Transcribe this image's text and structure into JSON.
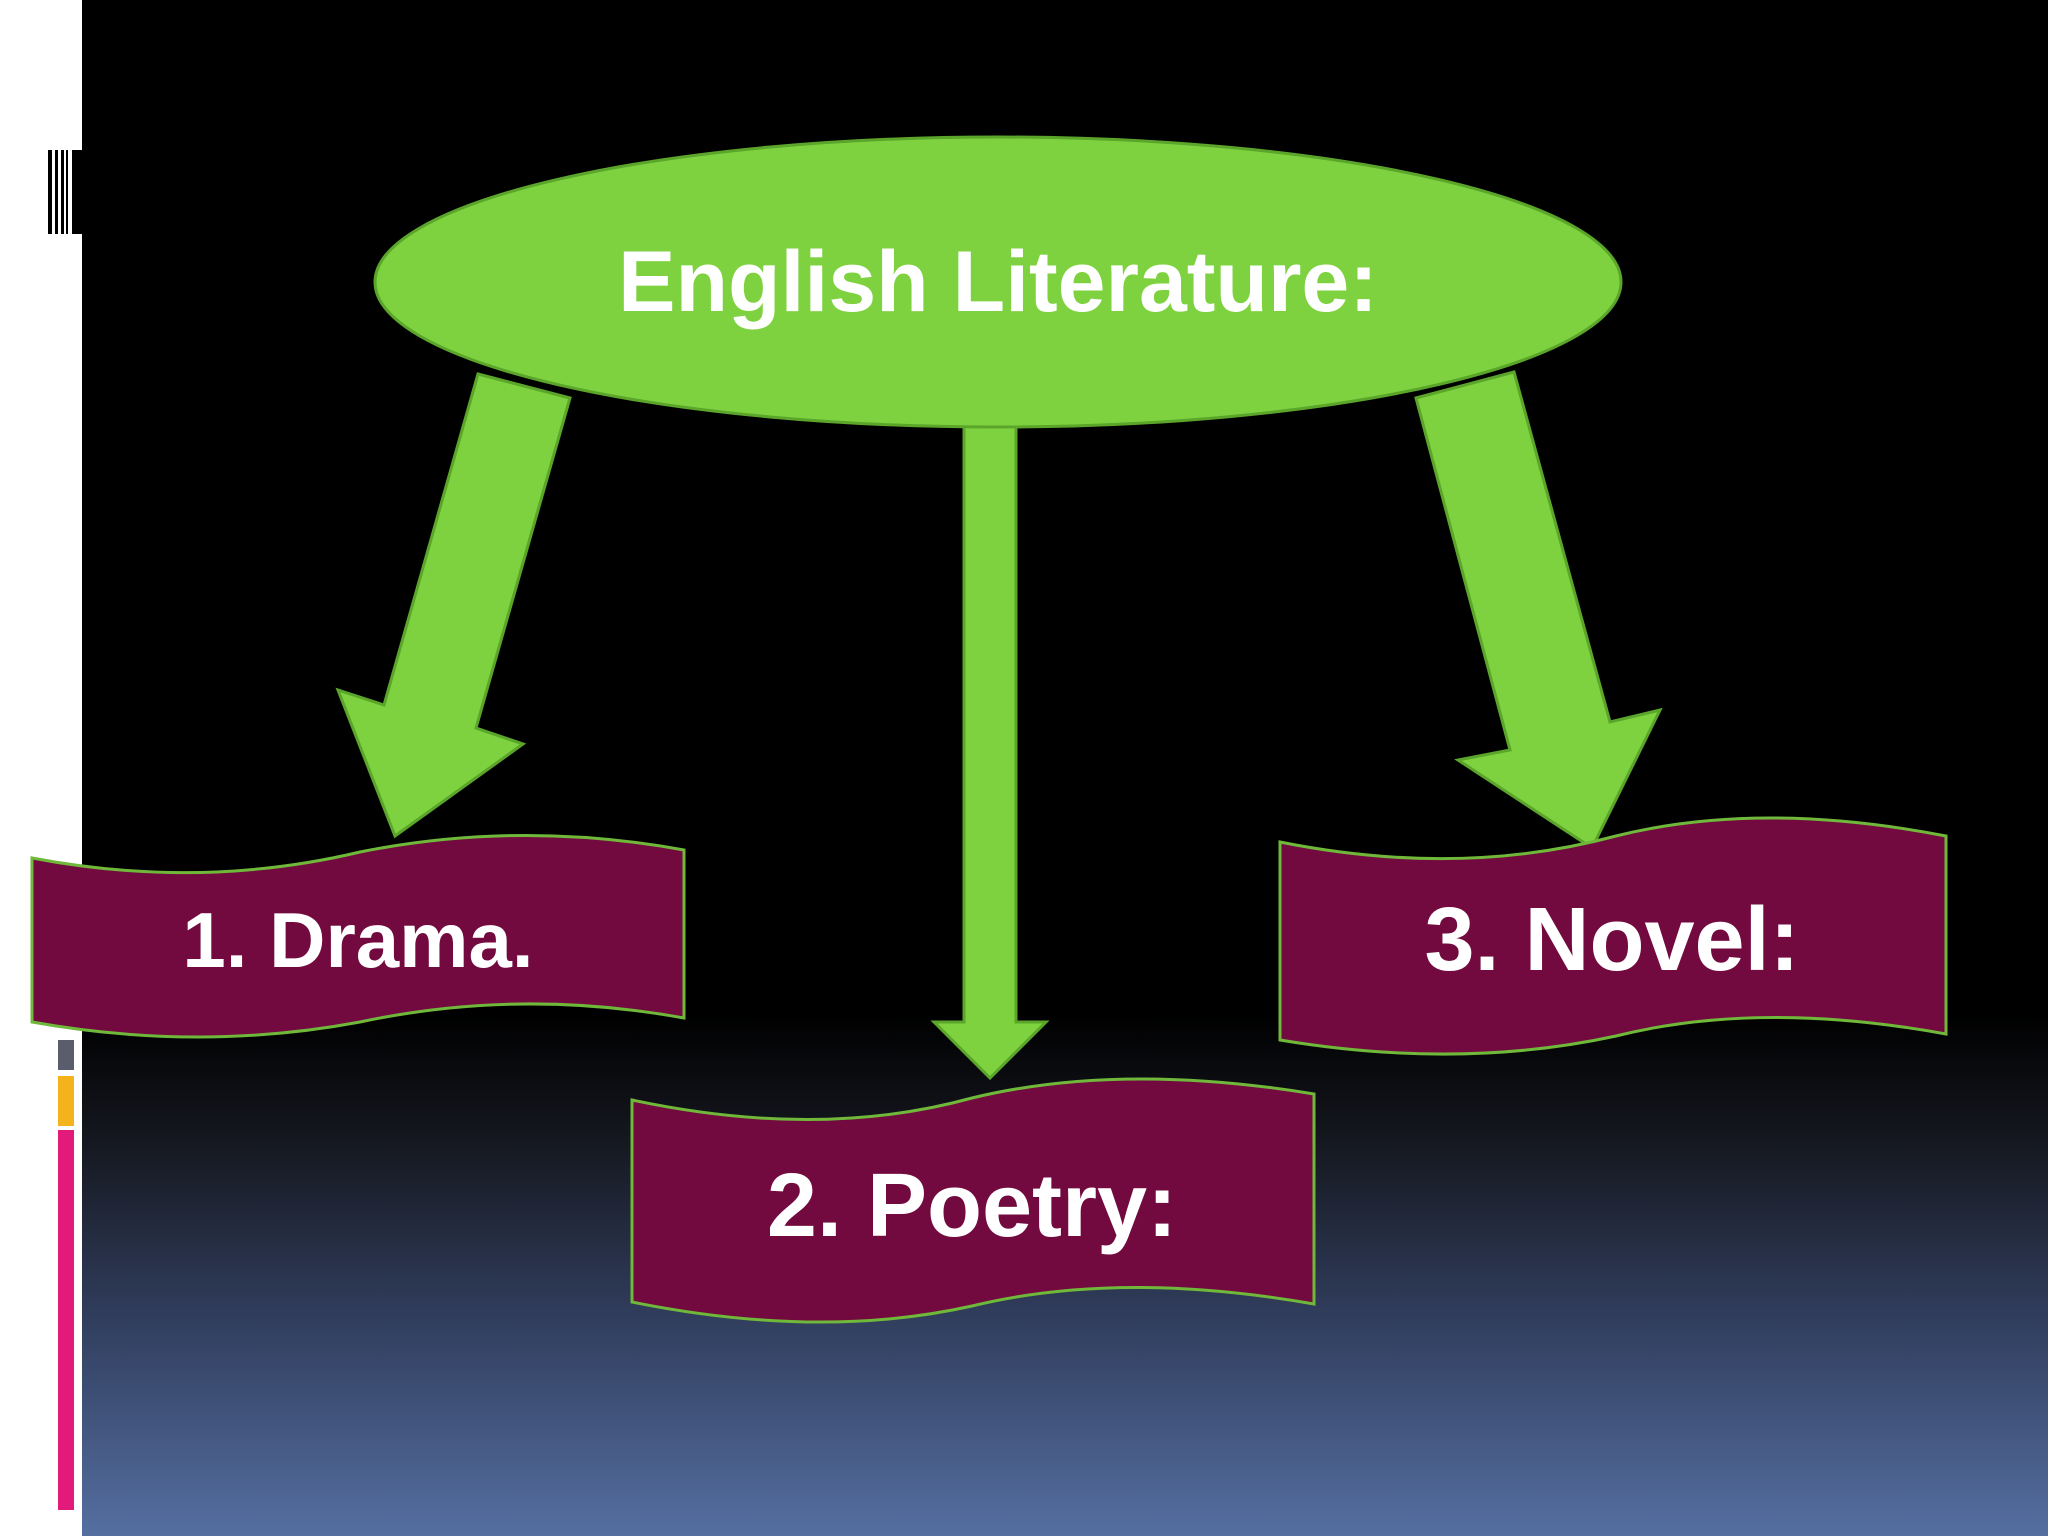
{
  "diagram": {
    "root": {
      "label": "English Literature:"
    },
    "children": [
      {
        "label": "1. Drama."
      },
      {
        "label": "2. Poetry:"
      },
      {
        "label": "3. Novel:"
      }
    ]
  },
  "colors": {
    "node_fill": "#7ed23f",
    "node_stroke": "#5aa52a",
    "banner_fill": "#720a3f",
    "banner_stroke": "#6fb83a",
    "text": "#ffffff",
    "accent_pink": "#e21b7a",
    "accent_orange": "#f4b21b",
    "accent_slate": "#5a5e6c"
  }
}
